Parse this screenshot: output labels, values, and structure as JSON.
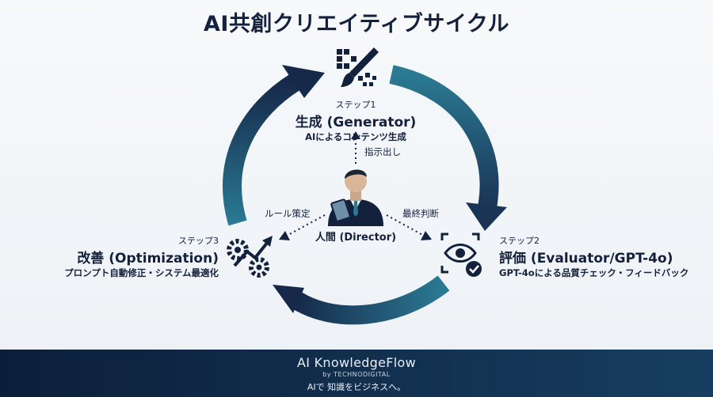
{
  "title": "AI共創クリエイティブサイクル",
  "steps": [
    {
      "step_label": "ステップ1",
      "name": "生成 (Generator)",
      "description": "AIによるコンテンツ生成"
    },
    {
      "step_label": "ステップ2",
      "name": "評価 (Evaluator/GPT-4o)",
      "description": "GPT-4oによる品質チェック・フィードバック"
    },
    {
      "step_label": "ステップ3",
      "name": "改善 (Optimization)",
      "description": "プロンプト自動修正・システム最適化"
    }
  ],
  "center": {
    "label": "人間 (Director)"
  },
  "edges": {
    "to_generator": "指示出し",
    "to_evaluator": "最終判断",
    "to_optimization": "ルール策定"
  },
  "footer": {
    "brand": "AI KnowledgeFlow",
    "by": "by TECHNODIGITAL",
    "tagline": "AIで 知識をビジネスへ。"
  },
  "colors": {
    "navy": "#14213d",
    "teal": "#2b7a93",
    "footer_bg": "#0c1f3a"
  },
  "icons": [
    "pixel-brush-icon",
    "eye-check-icon",
    "gears-arrow-icon",
    "director-person-icon"
  ]
}
